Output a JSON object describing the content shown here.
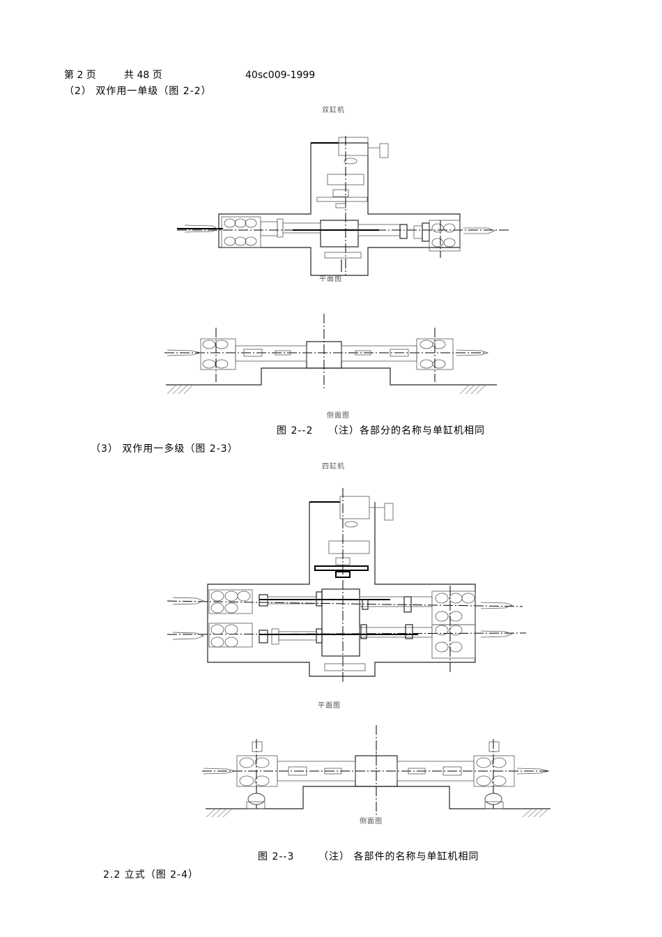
{
  "header": {
    "page_label": "第 2 页",
    "total_label": "共 48 页",
    "doc_code": "40sc009-1999"
  },
  "sections": {
    "s2": "（2） 双作用一单级（图 2-2）",
    "s3": "（3） 双作用一多级（图 2-3）",
    "s22": "2.2 立式（图 2-4）"
  },
  "figure_2_2": {
    "title_label": "双缸机",
    "plan_label": "平面图",
    "side_label": "侧面图",
    "caption_id": "图 2--2",
    "caption_note": "（注）各部分的名称与单缸机相同"
  },
  "figure_2_3": {
    "title_label": "四缸机",
    "plan_label": "平面图",
    "side_label": "侧面图",
    "caption_id": "图 2--3",
    "caption_note": "（注） 各部件的名称与单缸机相同"
  }
}
